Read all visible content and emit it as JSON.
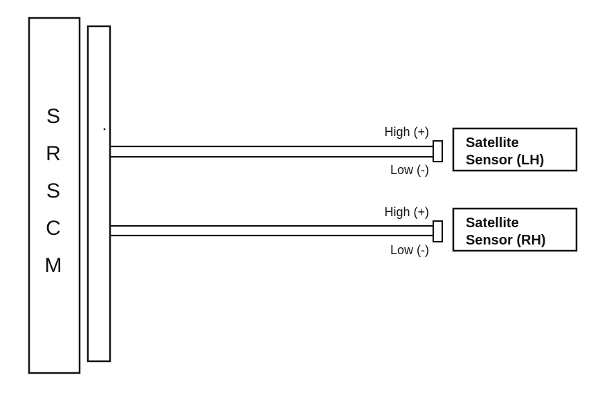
{
  "module": {
    "letters": [
      "S",
      "R",
      "S",
      "C",
      "M"
    ]
  },
  "sensors": [
    {
      "high_label": "High (+)",
      "low_label": "Low (-)",
      "name_line1": "Satellite",
      "name_line2": "Sensor (LH)"
    },
    {
      "high_label": "High (+)",
      "low_label": "Low (-)",
      "name_line1": "Satellite",
      "name_line2": "Sensor (RH)"
    }
  ],
  "colors": {
    "line": "#111111",
    "background": "#ffffff"
  }
}
